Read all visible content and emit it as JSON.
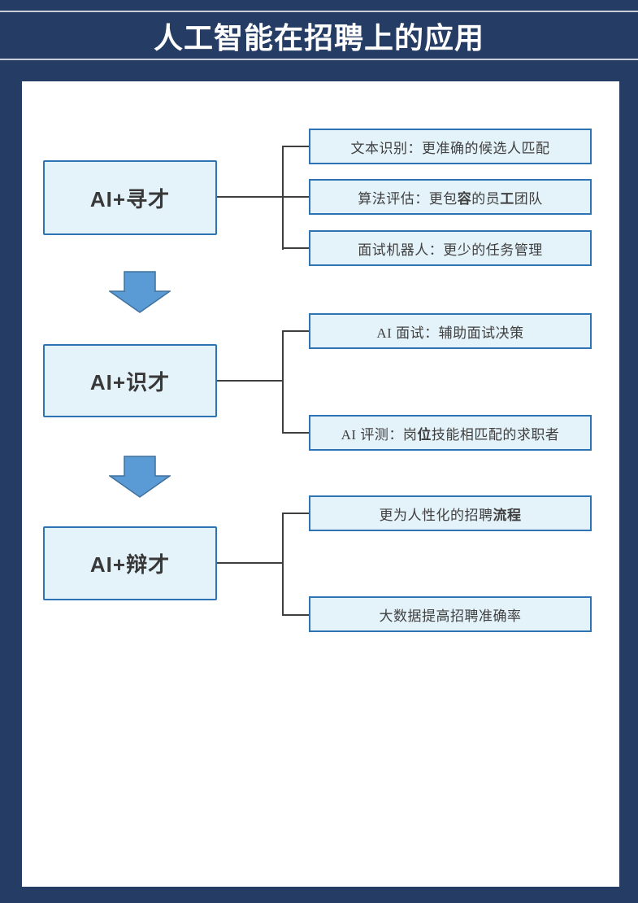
{
  "header": {
    "title_segments": [
      {
        "text": "人工",
        "bold": true
      },
      {
        "text": "智能在招聘上的应用",
        "bold": false
      }
    ]
  },
  "colors": {
    "frame_navy": "#253C64",
    "divider_line": "#C7CEDA",
    "box_fill": "#E4F2FA",
    "box_border": "#2E74B5",
    "arrow_fill": "#5B9BD5",
    "arrow_border": "#41719C",
    "connector_line": "#3F3F3F"
  },
  "diagram": {
    "groups": [
      {
        "label": "AI+寻才",
        "leaves": [
          {
            "segments": [
              {
                "text": "文本识别：更准确的候选人匹配",
                "bold": false
              }
            ]
          },
          {
            "segments": [
              {
                "text": "算法评估：更包",
                "bold": false
              },
              {
                "text": "容",
                "bold": true
              },
              {
                "text": "的员",
                "bold": false
              },
              {
                "text": "工",
                "bold": true
              },
              {
                "text": "团队",
                "bold": false
              }
            ]
          },
          {
            "segments": [
              {
                "text": "面试机器人：更少的任务管理",
                "bold": false
              }
            ]
          }
        ]
      },
      {
        "label": "AI+识才",
        "leaves": [
          {
            "segments": [
              {
                "text": "AI 面试：辅助面试决策",
                "bold": false
              }
            ]
          },
          {
            "segments": [
              {
                "text": "AI 评测：岗",
                "bold": false
              },
              {
                "text": "位",
                "bold": true
              },
              {
                "text": "技能相匹配的求职者",
                "bold": false
              }
            ]
          }
        ]
      },
      {
        "label": "AI+辩才",
        "leaves": [
          {
            "segments": [
              {
                "text": "更为人性化的招聘",
                "bold": false
              },
              {
                "text": "流程",
                "bold": true
              }
            ]
          },
          {
            "segments": [
              {
                "text": "大数据提高招聘准确率",
                "bold": false
              }
            ]
          }
        ]
      }
    ]
  }
}
